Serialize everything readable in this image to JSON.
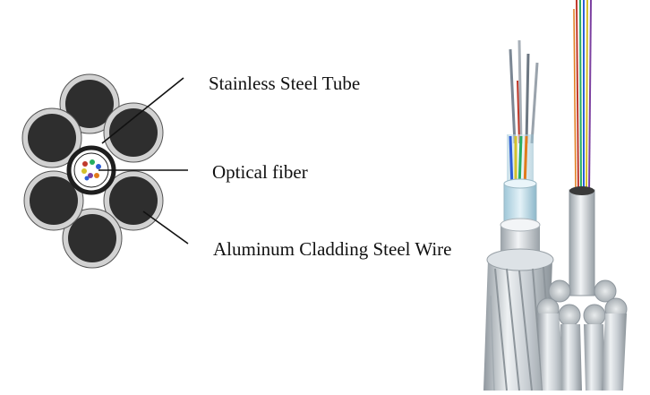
{
  "labels": {
    "stainless_steel_tube": "Stainless Steel Tube",
    "optical_fiber": "Optical fiber",
    "aluminum_cladding_steel_wire": "Aluminum Cladding Steel Wire"
  },
  "colors": {
    "wire_outer": "#cfcfcf",
    "wire_inner": "#2e2e2e",
    "tube_ring": "#222222",
    "aluminum_light": "#e2e6ea",
    "aluminum_mid": "#b9c0c6",
    "aluminum_dark": "#8f979e",
    "fiber_red": "#c0392b",
    "fiber_green": "#27ae60",
    "fiber_blue": "#2e5fd6",
    "fiber_yellow": "#d4c12a",
    "fiber_orange": "#e07b1a",
    "fiber_violet": "#7b3fa0"
  },
  "icons": {
    "cross_section": "cable-cross-section-diagram",
    "photo_left": "opgw-cable-photo",
    "photo_right": "opgw-tube-photo"
  }
}
